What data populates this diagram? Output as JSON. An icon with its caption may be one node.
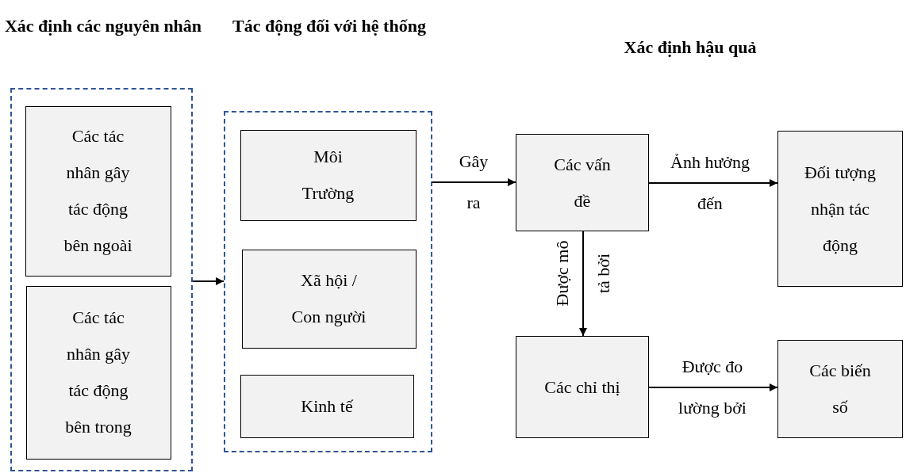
{
  "diagram": {
    "nodes": [
      {
        "text": [
          "Xác định các nguyên nhân"
        ]
      },
      {
        "text": [
          "Các tác nhân gây tác động bên ngoài"
        ],
        "in": 0
      },
      {
        "text": [
          "Các tác nhân gây tác động bên trong"
        ],
        "in": 0
      },
      {
        "text": [
          "Tác động đối với hệ thống"
        ]
      },
      {
        "text": [
          "Môi Trường"
        ],
        "in": 3
      },
      {
        "text": [
          "Xã hội / Con người"
        ],
        "in": 3
      },
      {
        "text": [
          "Kinh tế"
        ],
        "in": 3
      },
      {
        "text": [
          "Các vấn đề"
        ]
      },
      {
        "text": [
          "Đối tượng nhận tác động"
        ]
      },
      {
        "text": [
          "Các chỉ thị"
        ]
      },
      {
        "text": [
          "Các biến số"
        ]
      }
    ],
    "edges": [
      {
        "from": 0,
        "to": 3,
        "arrow": "to"
      },
      {
        "from": 3,
        "to": 7,
        "arrow": "to",
        "label": "Gây ra"
      },
      {
        "from": 7,
        "to": 8,
        "arrow": "to",
        "label": "Ảnh hưởng đến"
      },
      {
        "from": 7,
        "to": 9,
        "arrow": "to",
        "label": "Được mô tả bởi"
      },
      {
        "from": 9,
        "to": 10,
        "arrow": "to",
        "label": "Được đo lường bởi"
      }
    ],
    "labels": [
      "Xác định hậu quả"
    ]
  }
}
